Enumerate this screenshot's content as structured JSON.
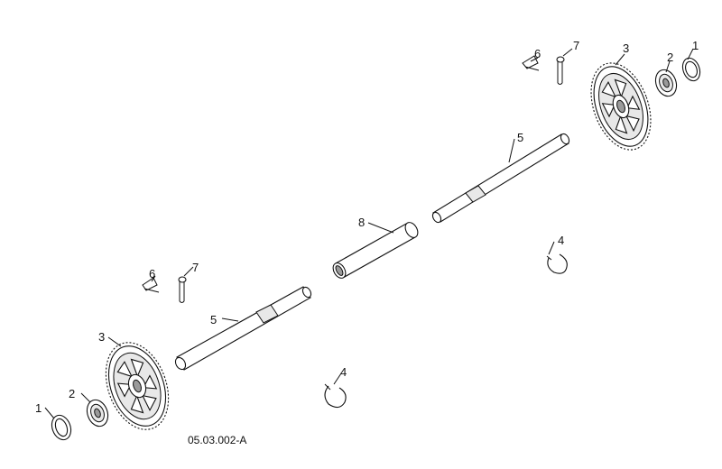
{
  "diagram": {
    "reference_code": "05.03.002-A",
    "callouts": {
      "washer": "1",
      "bushing": "2",
      "gear": "3",
      "retaining_ring": "4",
      "shaft": "5",
      "spring_clip": "6",
      "pin": "7",
      "tube": "8"
    }
  }
}
